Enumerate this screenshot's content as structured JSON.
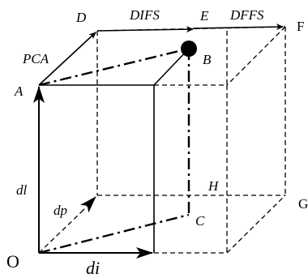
{
  "colors": {
    "ink": "#000000",
    "background": "#ffffff"
  },
  "labels": {
    "O": "O",
    "A": "A",
    "B": "B",
    "C": "C",
    "D": "D",
    "E": "E",
    "F": "F",
    "G": "G",
    "H": "H",
    "di": "di",
    "dl": "dl",
    "dp": "dp",
    "PCA": "PCA",
    "DIFS": "DIFS",
    "DFFS": "DFFS"
  }
}
